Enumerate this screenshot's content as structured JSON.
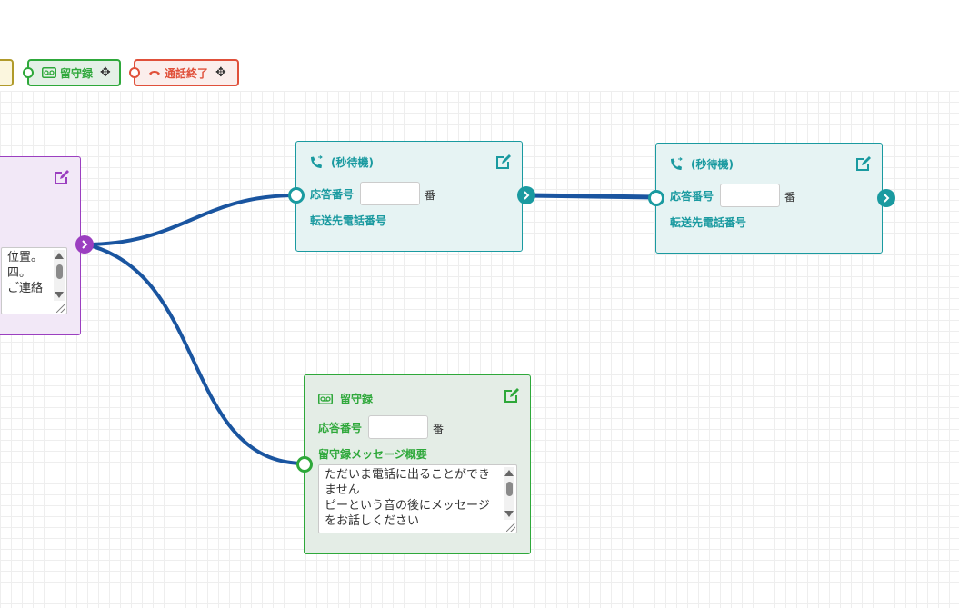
{
  "palette": {
    "voicemail": {
      "label": "留守録",
      "icon": "voicemail-icon"
    },
    "hangup": {
      "label": "通話終了",
      "icon": "phone-hangup-icon"
    }
  },
  "nodes": {
    "partial": {
      "lines": "位置。\n四。\nご連絡"
    },
    "wait1": {
      "title": "(秒待機)",
      "answer_label": "応答番号",
      "answer_value": "",
      "unit": "番",
      "forward_label": "転送先電話番号"
    },
    "wait2": {
      "title": "(秒待機)",
      "answer_label": "応答番号",
      "answer_value": "",
      "unit": "番",
      "forward_label": "転送先電話番号"
    },
    "voicemail": {
      "title": "留守録",
      "answer_label": "応答番号",
      "answer_value": "",
      "unit": "番",
      "summary_label": "留守録メッセージ概要",
      "message": "ただいま電話に出ることができません\nピーという音の後にメッセージをお話しください"
    }
  },
  "colors": {
    "teal": "#1a9aa0",
    "green": "#2ea83a",
    "purple": "#9b3fc0",
    "red": "#e0503a",
    "olive": "#b09a2a",
    "connector": "#1a55a0"
  }
}
